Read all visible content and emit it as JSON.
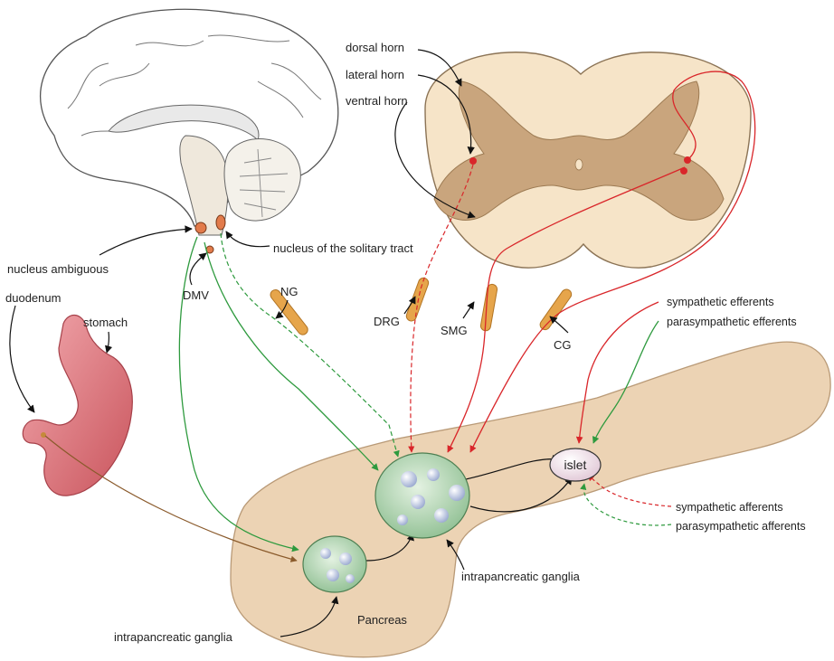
{
  "labels": {
    "dorsal_horn": "dorsal horn",
    "lateral_horn": "lateral horn",
    "ventral_horn": "ventral horn",
    "nucleus_ambiguous": "nucleus ambiguous",
    "nucleus_solitary_tract": "nucleus of the solitary tract",
    "dmv": "DMV",
    "ng": "NG",
    "duodenum": "duodenum",
    "stomach": "stomach",
    "drg": "DRG",
    "smg": "SMG",
    "cg": "CG",
    "sympathetic_efferents": "sympathetic efferents",
    "parasympathetic_efferents": "parasympathetic efferents",
    "islet": "islet",
    "sympathetic_afferents": "sympathetic afferents",
    "parasympathetic_afferents": "parasympathetic afferents",
    "intrapancreatic_ganglia_right": "intrapancreatic ganglia",
    "intrapancreatic_ganglia_left": "intrapancreatic ganglia",
    "pancreas": "Pancreas"
  },
  "colors": {
    "sympathetic": "#d9262a",
    "parasympathetic": "#2e9a3e",
    "vagal_afferent": "#8a5a2b",
    "pancreas_fill": "#ecd3b4",
    "spinal_fill": "#f6e4c8",
    "grey_matter": "#c9a57d",
    "ganglion_fill": "#b9d9b9",
    "stomach_fill": "#e27f86",
    "arrow": "#111111"
  }
}
